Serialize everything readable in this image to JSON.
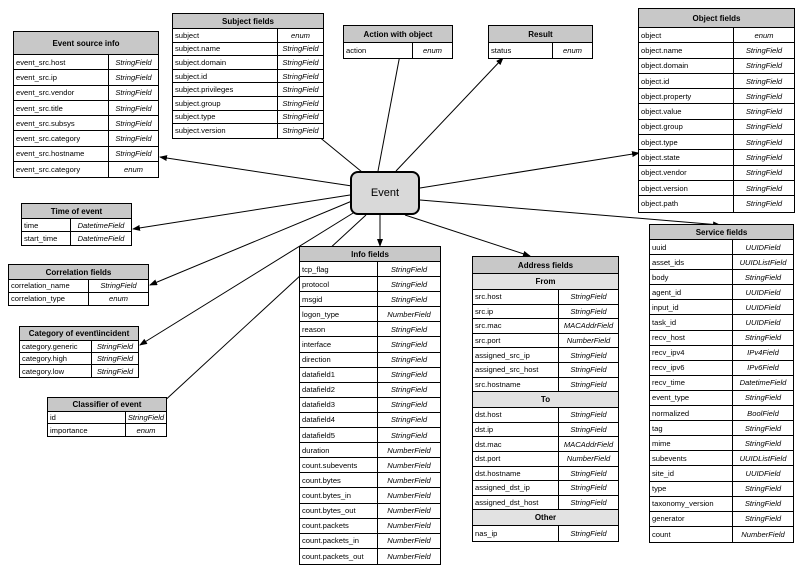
{
  "center": {
    "label": "Event"
  },
  "tables": {
    "event_source": {
      "title": "Event source info",
      "rows": [
        [
          "event_src.host",
          "StringField"
        ],
        [
          "event_src.ip",
          "StringField"
        ],
        [
          "event_src.vendor",
          "StringField"
        ],
        [
          "event_src.title",
          "StringField"
        ],
        [
          "event_src.subsys",
          "StringField"
        ],
        [
          "event_src.category",
          "StringField"
        ],
        [
          "event_src.hostname",
          "StringField"
        ],
        [
          "event_src.category",
          "enum"
        ]
      ]
    },
    "subject": {
      "title": "Subject fields",
      "rows": [
        [
          "subject",
          "enum"
        ],
        [
          "subject.name",
          "StringField"
        ],
        [
          "subject.domain",
          "StringField"
        ],
        [
          "subject.id",
          "StringField"
        ],
        [
          "subject.privileges",
          "StringField"
        ],
        [
          "subject.group",
          "StringField"
        ],
        [
          "subject.type",
          "StringField"
        ],
        [
          "subject.version",
          "StringField"
        ]
      ]
    },
    "action": {
      "title": "Action with object",
      "rows": [
        [
          "action",
          "enum"
        ]
      ]
    },
    "result": {
      "title": "Result",
      "rows": [
        [
          "status",
          "enum"
        ]
      ]
    },
    "object": {
      "title": "Object fields",
      "rows": [
        [
          "object",
          "enum"
        ],
        [
          "object.name",
          "StringField"
        ],
        [
          "object.domain",
          "StringField"
        ],
        [
          "object.id",
          "StringField"
        ],
        [
          "object.property",
          "StringField"
        ],
        [
          "object.value",
          "StringField"
        ],
        [
          "object.group",
          "StringField"
        ],
        [
          "object.type",
          "StringField"
        ],
        [
          "object.state",
          "StringField"
        ],
        [
          "object.vendor",
          "StringField"
        ],
        [
          "object.version",
          "StringField"
        ],
        [
          "object.path",
          "StringField"
        ]
      ]
    },
    "time": {
      "title": "Time of event",
      "rows": [
        [
          "time",
          "DatetimeField"
        ],
        [
          "start_time",
          "DatetimeField"
        ]
      ]
    },
    "correlation": {
      "title": "Correlation fields",
      "rows": [
        [
          "correlation_name",
          "StringField"
        ],
        [
          "correlation_type",
          "enum"
        ]
      ]
    },
    "category": {
      "title": "Category of event\\incident",
      "rows": [
        [
          "category.generic",
          "StringField"
        ],
        [
          "category.high",
          "StringField"
        ],
        [
          "category.low",
          "StringField"
        ]
      ]
    },
    "classifier": {
      "title": "Classifier of event",
      "rows": [
        [
          "id",
          "StringField"
        ],
        [
          "importance",
          "enum"
        ]
      ]
    },
    "info": {
      "title": "Info fields",
      "rows": [
        [
          "tcp_flag",
          "StringField"
        ],
        [
          "protocol",
          "StringField"
        ],
        [
          "msgid",
          "StringField"
        ],
        [
          "logon_type",
          "NumberField"
        ],
        [
          "reason",
          "StringField"
        ],
        [
          "interface",
          "StringField"
        ],
        [
          "direction",
          "StringField"
        ],
        [
          "datafield1",
          "StringField"
        ],
        [
          "datafield2",
          "StringField"
        ],
        [
          "datafield3",
          "StringField"
        ],
        [
          "datafield4",
          "StringField"
        ],
        [
          "datafield5",
          "StringField"
        ],
        [
          "duration",
          "NumberField"
        ],
        [
          "count.subevents",
          "NumberField"
        ],
        [
          "count.bytes",
          "NumberField"
        ],
        [
          "count.bytes_in",
          "NumberField"
        ],
        [
          "count.bytes_out",
          "NumberField"
        ],
        [
          "count.packets",
          "NumberField"
        ],
        [
          "count.packets_in",
          "NumberField"
        ],
        [
          "count.packets_out",
          "NumberField"
        ]
      ]
    },
    "address": {
      "title": "Address fields",
      "sections": [
        {
          "title": "From",
          "rows": [
            [
              "src.host",
              "StringField"
            ],
            [
              "src.ip",
              "StringField"
            ],
            [
              "src.mac",
              "MACAddrField"
            ],
            [
              "src.port",
              "NumberField"
            ],
            [
              "assigned_src_ip",
              "StringField"
            ],
            [
              "assigned_src_host",
              "StringField"
            ],
            [
              "src.hostname",
              "StringField"
            ]
          ]
        },
        {
          "title": "To",
          "rows": [
            [
              "dst.host",
              "StringField"
            ],
            [
              "dst.ip",
              "StringField"
            ],
            [
              "dst.mac",
              "MACAddrField"
            ],
            [
              "dst.port",
              "NumberField"
            ],
            [
              "dst.hostname",
              "StringField"
            ],
            [
              "assigned_dst_ip",
              "StringField"
            ],
            [
              "assigned_dst_host",
              "StringField"
            ]
          ]
        },
        {
          "title": "Other",
          "rows": [
            [
              "nas_ip",
              "StringField"
            ]
          ]
        }
      ]
    },
    "service": {
      "title": "Service fields",
      "rows": [
        [
          "uuid",
          "UUIDField"
        ],
        [
          "asset_ids",
          "UUIDListField"
        ],
        [
          "body",
          "StringField"
        ],
        [
          "agent_id",
          "UUIDField"
        ],
        [
          "input_id",
          "UUIDField"
        ],
        [
          "task_id",
          "UUIDField"
        ],
        [
          "recv_host",
          "StringField"
        ],
        [
          "recv_ipv4",
          "IPv4Field"
        ],
        [
          "recv_ipv6",
          "IPv6Field"
        ],
        [
          "recv_time",
          "DatetimeField"
        ],
        [
          "event_type",
          "StringField"
        ],
        [
          "normalized",
          "BoolField"
        ],
        [
          "tag",
          "StringField"
        ],
        [
          "mime",
          "StringField"
        ],
        [
          "subevents",
          "UUIDListField"
        ],
        [
          "site_id",
          "UUIDField"
        ],
        [
          "type",
          "StringField"
        ],
        [
          "taxonomy_version",
          "StringField"
        ],
        [
          "generator",
          "StringField"
        ],
        [
          "count",
          "NumberField"
        ]
      ]
    }
  }
}
